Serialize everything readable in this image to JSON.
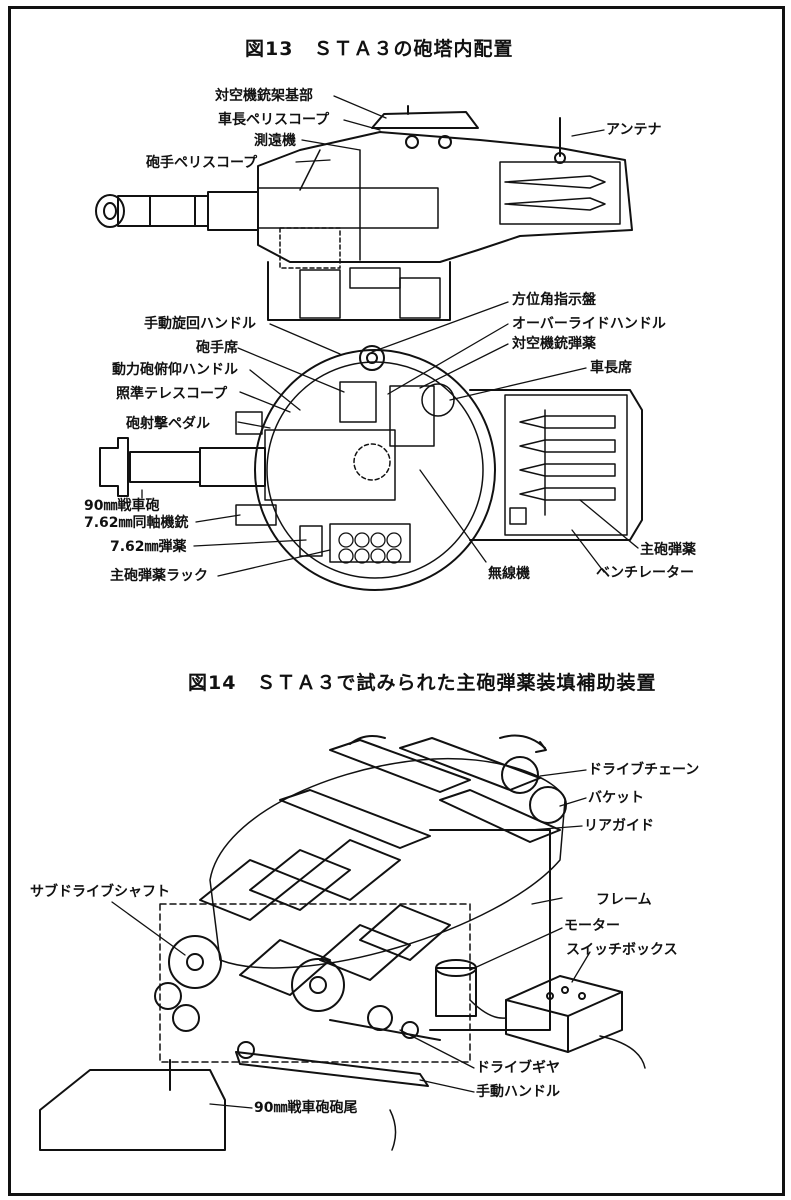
{
  "fig13": {
    "title": "図13　ＳＴＡ３の砲塔内配置",
    "side_labels": {
      "aa_mount_base": "対空機銃架基部",
      "cmdr_periscope": "車長ペリスコープ",
      "rangefinder": "測遠機",
      "gunner_periscope": "砲手ペリスコープ",
      "antenna": "アンテナ"
    },
    "top_labels": {
      "azimuth_indicator": "方位角指示盤",
      "manual_traverse": "手動旋回ハンドル",
      "override_handle": "オーバーライドハンドル",
      "gunner_seat": "砲手席",
      "aa_ammo": "対空機銃弾薬",
      "power_elevation": "動力砲俯仰ハンドル",
      "commander_seat": "車長席",
      "telescope": "照準テレスコープ",
      "firing_pedal": "砲射撃ペダル",
      "main_gun": "90㎜戦車砲",
      "coax_mg": "7.62㎜同軸機銃",
      "mg_ammo": "7.62㎜弾薬",
      "ammo_rack": "主砲弾薬ラック",
      "radio": "無線機",
      "main_ammo": "主砲弾薬",
      "ventilator": "ベンチレーター"
    }
  },
  "fig14": {
    "title": "図14　ＳＴＡ３で試みられた主砲弾薬装填補助装置",
    "labels": {
      "drive_chain": "ドライブチェーン",
      "bucket": "バケット",
      "rear_guide": "リアガイド",
      "sub_drive_shaft": "サブドライブシャフト",
      "frame": "フレーム",
      "motor": "モーター",
      "switch_box": "スイッチボックス",
      "drive_gear": "ドライブギヤ",
      "manual_handle": "手動ハンドル",
      "gun_breech": "90㎜戦車砲砲尾"
    }
  }
}
